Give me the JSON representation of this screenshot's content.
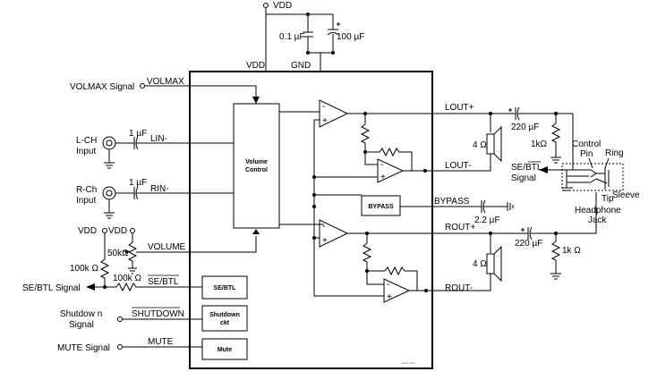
{
  "supply": {
    "vdd_top": "VDD",
    "cap1": "0.1 µF",
    "cap2": "100 µF",
    "vdd_pin": "VDD",
    "gnd_pin": "GND"
  },
  "inputs": {
    "volmax_signal": "VOLMAX  Signal",
    "volmax": "VOLMAX",
    "lch_line1": "L-CH",
    "lch_line2": "Input",
    "lcap": "1 µF",
    "lin": "LIN-",
    "rch_line1": "R-Ch",
    "rch_line2": "Input",
    "rcap": "1 µF",
    "rin": "RIN-",
    "vdd_a": "VDD",
    "vdd_b": "VDD",
    "r100k_a": "100k Ω",
    "r50k": "50kΩ",
    "volume": "VOLUME",
    "r100k_b": "100k Ω",
    "sebtl_signal": "SE/BTL  Signal",
    "sebtl": "SE/BTL",
    "shutdown_line1": "Shutdow n",
    "shutdown_line2": "Signal",
    "shutdown": "SHUTDOWN",
    "mute_signal": "MUTE  Signal",
    "mute": "MUTE"
  },
  "blocks": {
    "volume_line1": "Volume",
    "volume_line2": "Control",
    "bypass": "BYPASS",
    "sebtl": "SE/BTL",
    "shutdown_line1": "Shutdown",
    "shutdown_line2": "ckt",
    "mute": "Mute",
    "tiny_code": "xxxxx_xx/xx"
  },
  "outputs": {
    "lout_plus": "LOUT+",
    "lout_minus": "LOUT-",
    "bypass": "BYPASS",
    "bypass_cap": "2.2  µF",
    "rout_plus": "ROUT+",
    "rout_minus": "ROUT-",
    "cap_l": "220 µF",
    "cap_r": "220 µF",
    "r4_l": "4 Ω",
    "r4_r": "4 Ω",
    "r1k_l": "1kΩ",
    "r1k_r": "1k Ω",
    "se_btl_signal_line1": "SE/BTL",
    "se_btl_signal_line2": "Signal",
    "control_line1": "Control",
    "control_line2": "Pin",
    "ring": "Ring",
    "tip": "Tip",
    "sleeve": "Sleeve",
    "jack_line1": "Headphone",
    "jack_line2": "Jack"
  }
}
